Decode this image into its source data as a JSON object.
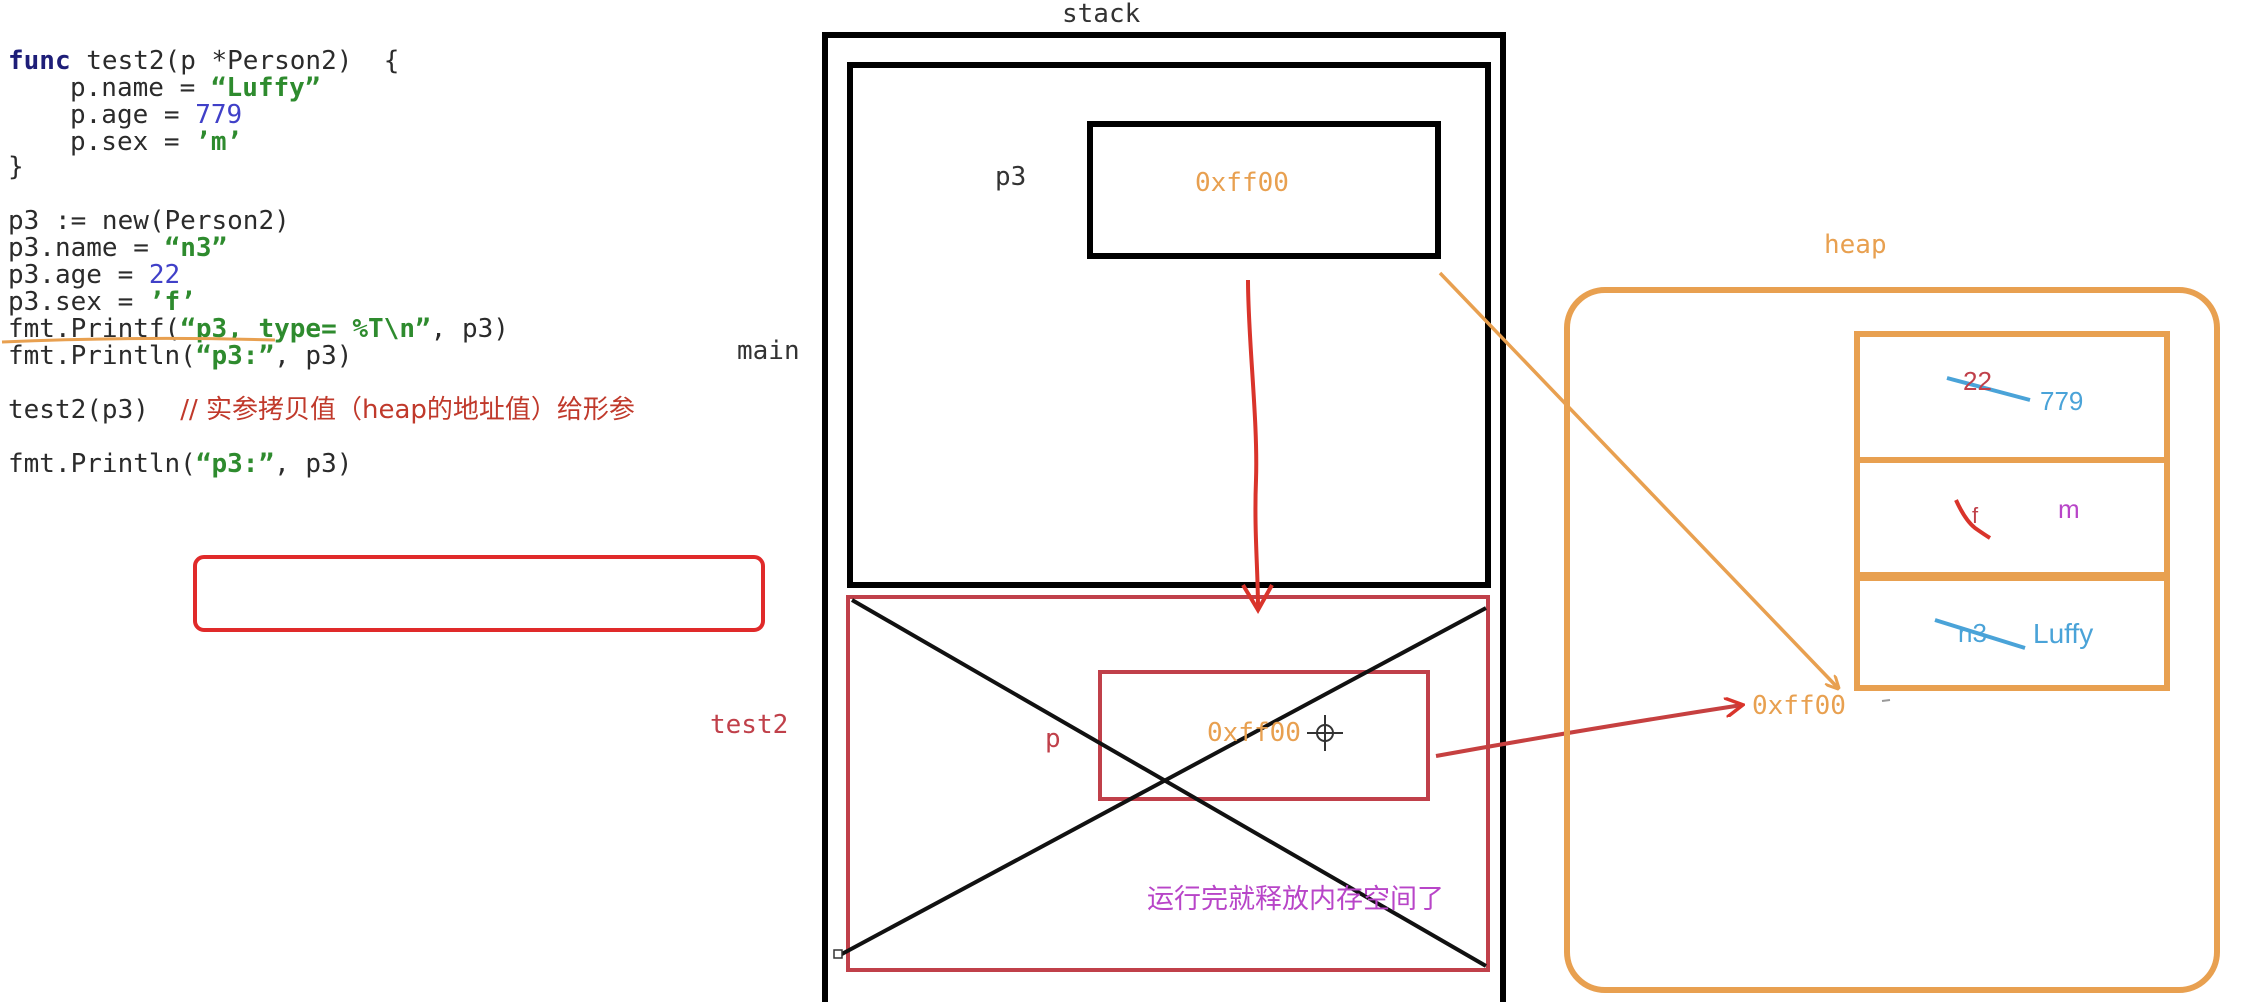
{
  "code": {
    "func_keyword": "func",
    "func_sig": " test2(p *Person2)  {",
    "l_name_pre": "p.name = ",
    "l_name_val": "“Luffy”",
    "l_age_pre": "p.age = ",
    "l_age_val": "779",
    "l_sex_pre": "p.sex = ",
    "l_sex_val": "’m’",
    "close_brace": "}",
    "new_line": "p3 := new(Person2)",
    "n3_pre": "p3.name = ",
    "n3_val": "“n3”",
    "age3_pre": "p3.age = ",
    "age3_val": "22",
    "sex3_pre": "p3.sex = ",
    "sex3_val": "’f’",
    "printf_pre": "fmt.Printf(",
    "printf_str": "“p3, type= %T\\n”",
    "printf_post": ", p3)",
    "println1_pre": "fmt.Println(",
    "println1_str": "“p3:”",
    "println1_post": ", p3)",
    "call_line": "test2(p3)",
    "comment": "// 实参拷贝值（heap的地址值）给形参",
    "println2_pre": "fmt.Println(",
    "println2_str": "“p3:”",
    "println2_post": ", p3)"
  },
  "diagram": {
    "stack_label": "stack",
    "main_label": "main",
    "test2_label": "test2",
    "p3_label": "p3",
    "p3_value": "0xff00",
    "p_label": "p",
    "p_value": "0xff00",
    "heap_label": "heap",
    "heap_address": "0xff00",
    "age_old": "22",
    "age_new": "779",
    "sex_old": "f",
    "sex_new": "m",
    "name_old": "n3",
    "name_new": "Luffy",
    "release_note": "运行完就释放内存空间了"
  },
  "colors": {
    "orange": "#e8a050",
    "heap_box": "#e8a050",
    "red": "#d9342b",
    "frame_red": "#c0404a",
    "blue": "#4aa3d8",
    "purple": "#b845c8"
  }
}
